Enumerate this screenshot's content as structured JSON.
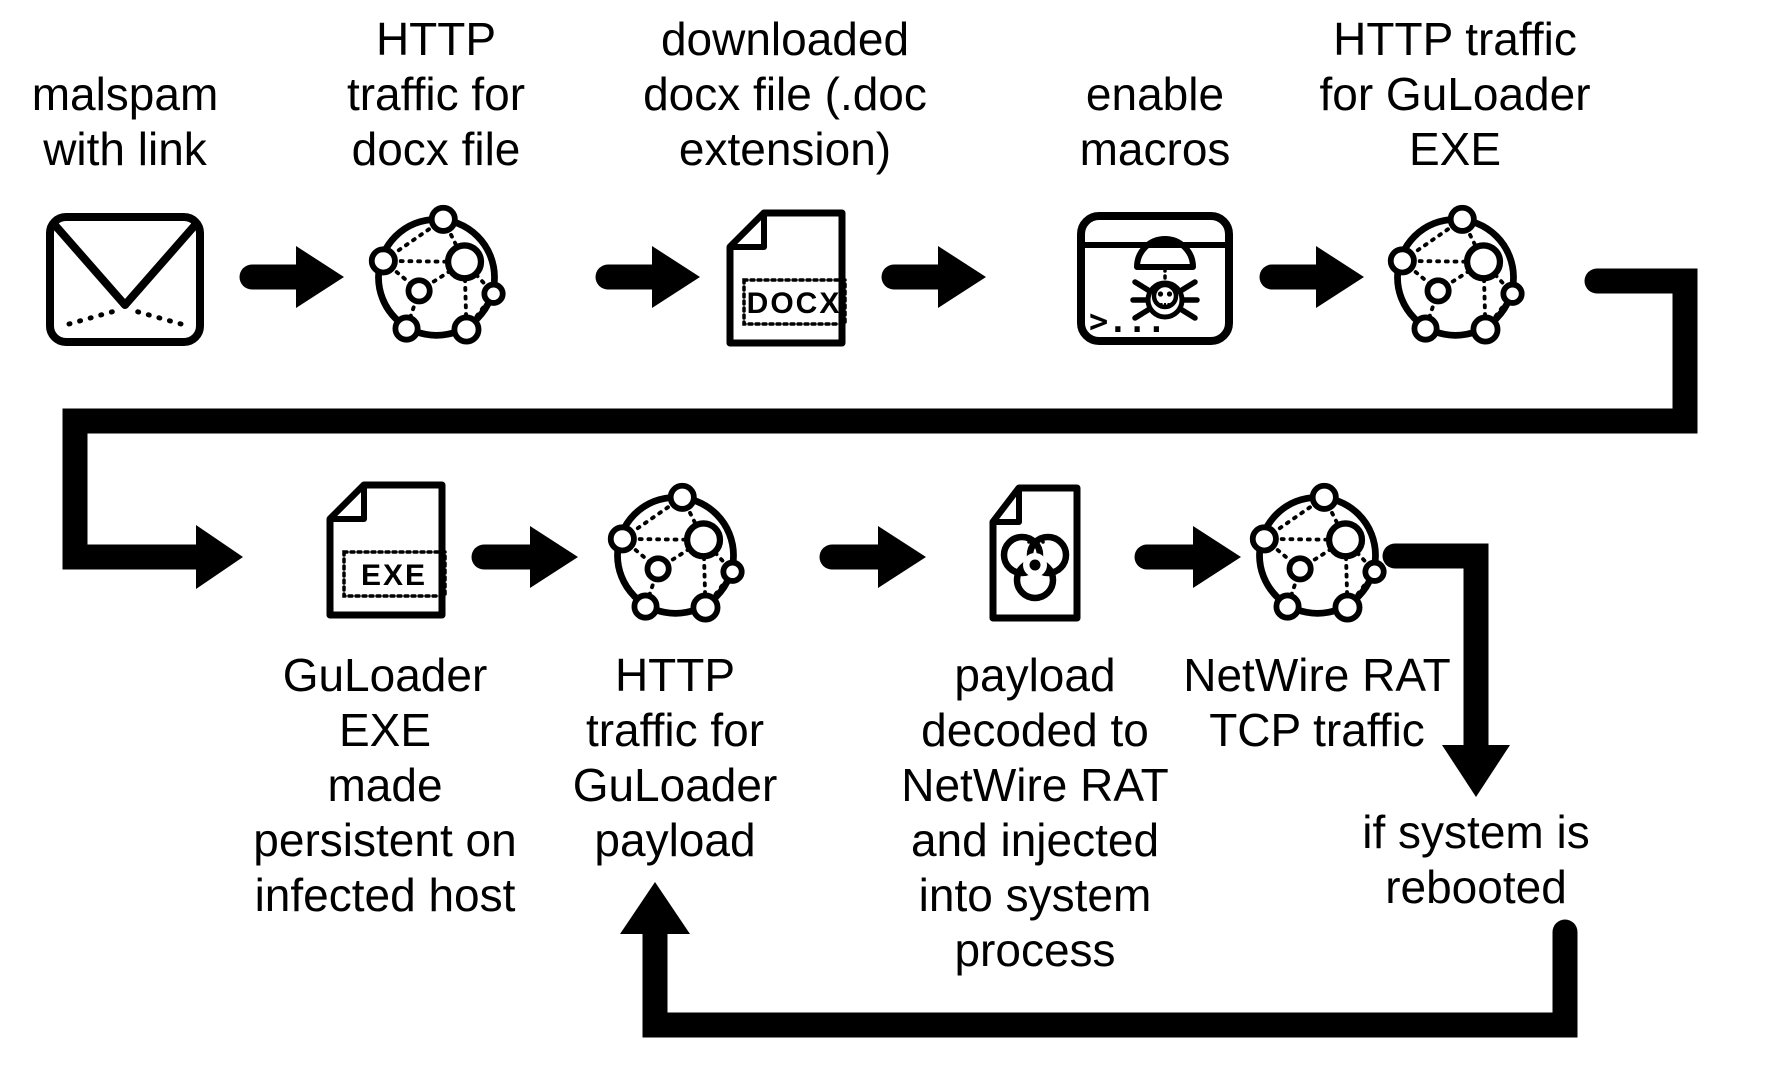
{
  "colors": {
    "ink": "#000000",
    "paper": "#ffffff"
  },
  "flow": {
    "row1": [
      {
        "id": "malspam",
        "label": "malspam\nwith link",
        "icon": "envelope-icon"
      },
      {
        "id": "http-docx",
        "label": "HTTP\ntraffic for\ndocx file",
        "icon": "network-icon"
      },
      {
        "id": "docx-file",
        "label": "downloaded\ndocx file (.doc\nextension)",
        "icon": "docx-file-icon",
        "badge": "DOCX"
      },
      {
        "id": "enable-macros",
        "label": "enable\nmacros",
        "icon": "terminal-malware-icon",
        "prompt": ">..."
      },
      {
        "id": "http-guloader-exe",
        "label": "HTTP traffic\nfor GuLoader\nEXE",
        "icon": "network-icon"
      }
    ],
    "row2": [
      {
        "id": "guloader-exe",
        "label": "GuLoader\nEXE\nmade\npersistent on\ninfected host",
        "icon": "exe-file-icon",
        "badge": "EXE"
      },
      {
        "id": "http-guloader-payload",
        "label": "HTTP\ntraffic for\nGuLoader\npayload",
        "icon": "network-icon"
      },
      {
        "id": "payload-decoded",
        "label": "payload\ndecoded to\nNetWire RAT\nand injected\ninto system\nprocess",
        "icon": "biohazard-file-icon"
      },
      {
        "id": "netwire-tcp",
        "label": "NetWire RAT\nTCP traffic",
        "icon": "network-icon"
      }
    ],
    "loop_note": "if system is\nrebooted"
  }
}
